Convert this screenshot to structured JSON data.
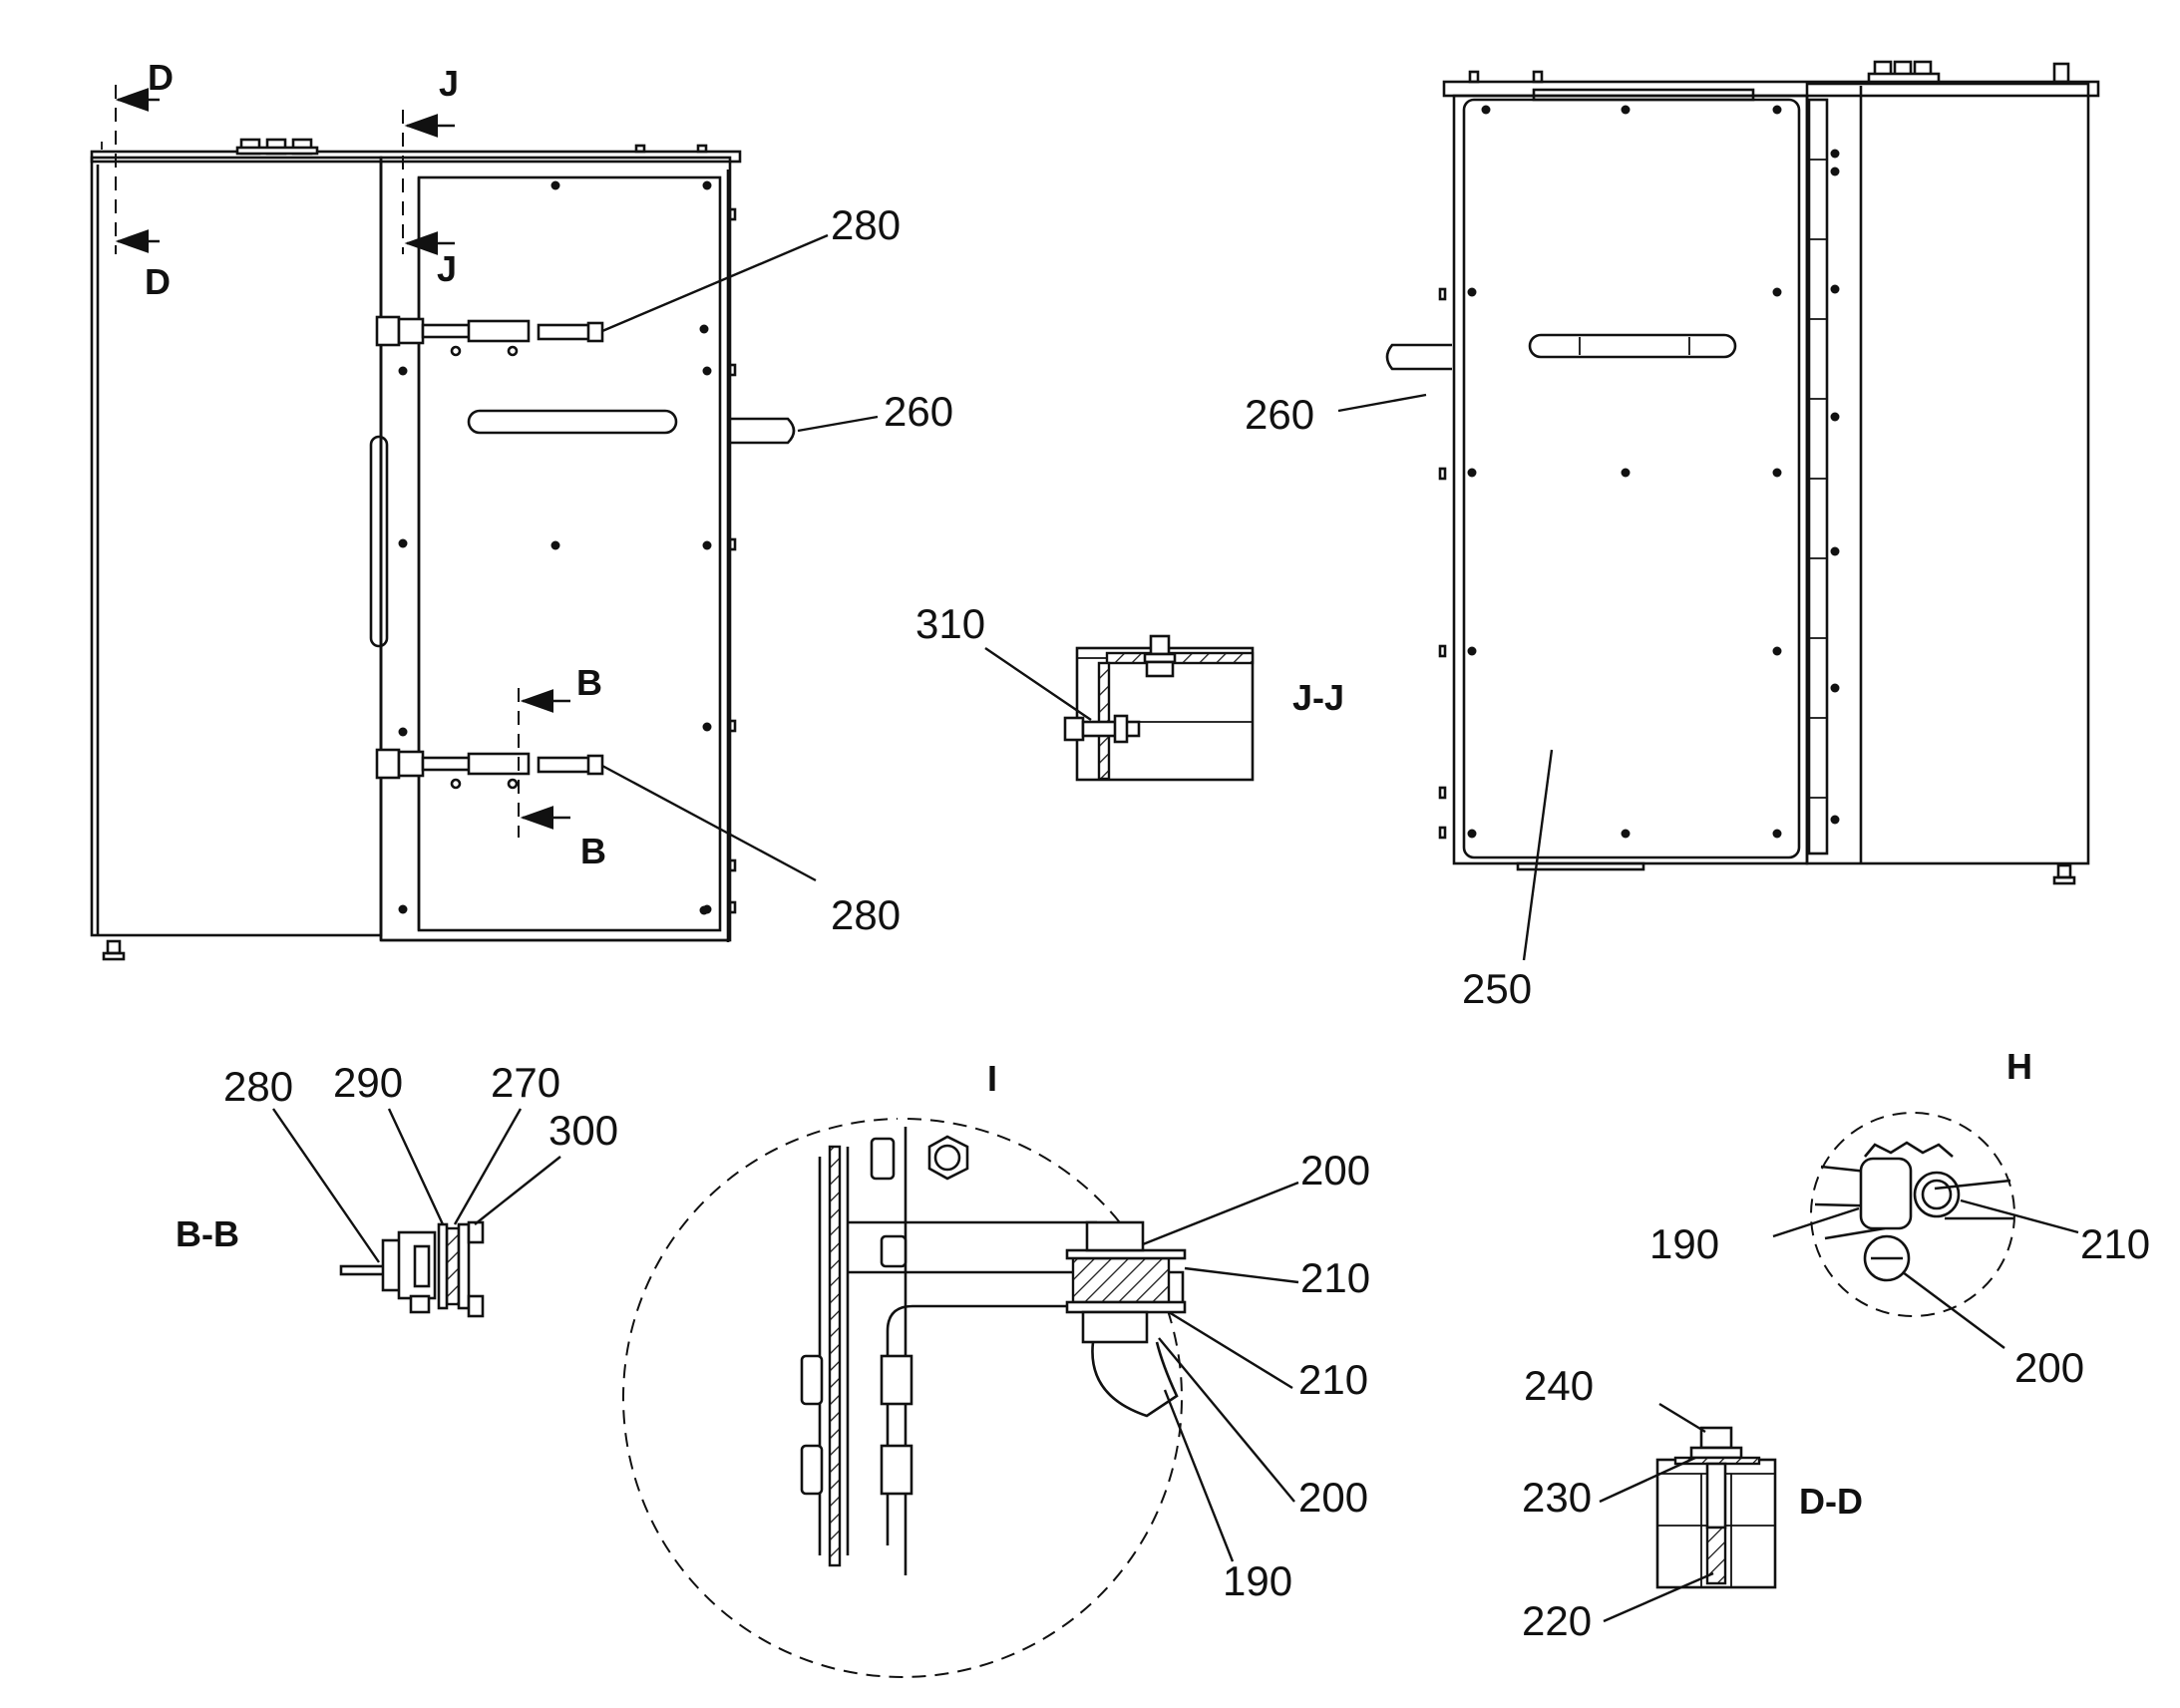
{
  "section_labels": {
    "d_top": "D",
    "d_bottom": "D",
    "j_top": "J",
    "j_bottom": "J",
    "b_top": "B",
    "b_bottom": "B",
    "jj": "J-J",
    "bb": "B-B",
    "dd": "D-D",
    "detail_i": "I",
    "detail_h": "H"
  },
  "callouts": {
    "front_280_top": "280",
    "front_280_bottom": "280",
    "front_260": "260",
    "side_260": "260",
    "side_250": "250",
    "jj_310": "310",
    "bb_280": "280",
    "bb_290": "290",
    "bb_270": "270",
    "bb_300": "300",
    "i_200_top": "200",
    "i_210_top": "210",
    "i_210_bottom": "210",
    "i_200_bottom": "200",
    "i_190": "190",
    "h_190": "190",
    "h_210": "210",
    "h_200": "200",
    "dd_240": "240",
    "dd_230": "230",
    "dd_220": "220"
  }
}
